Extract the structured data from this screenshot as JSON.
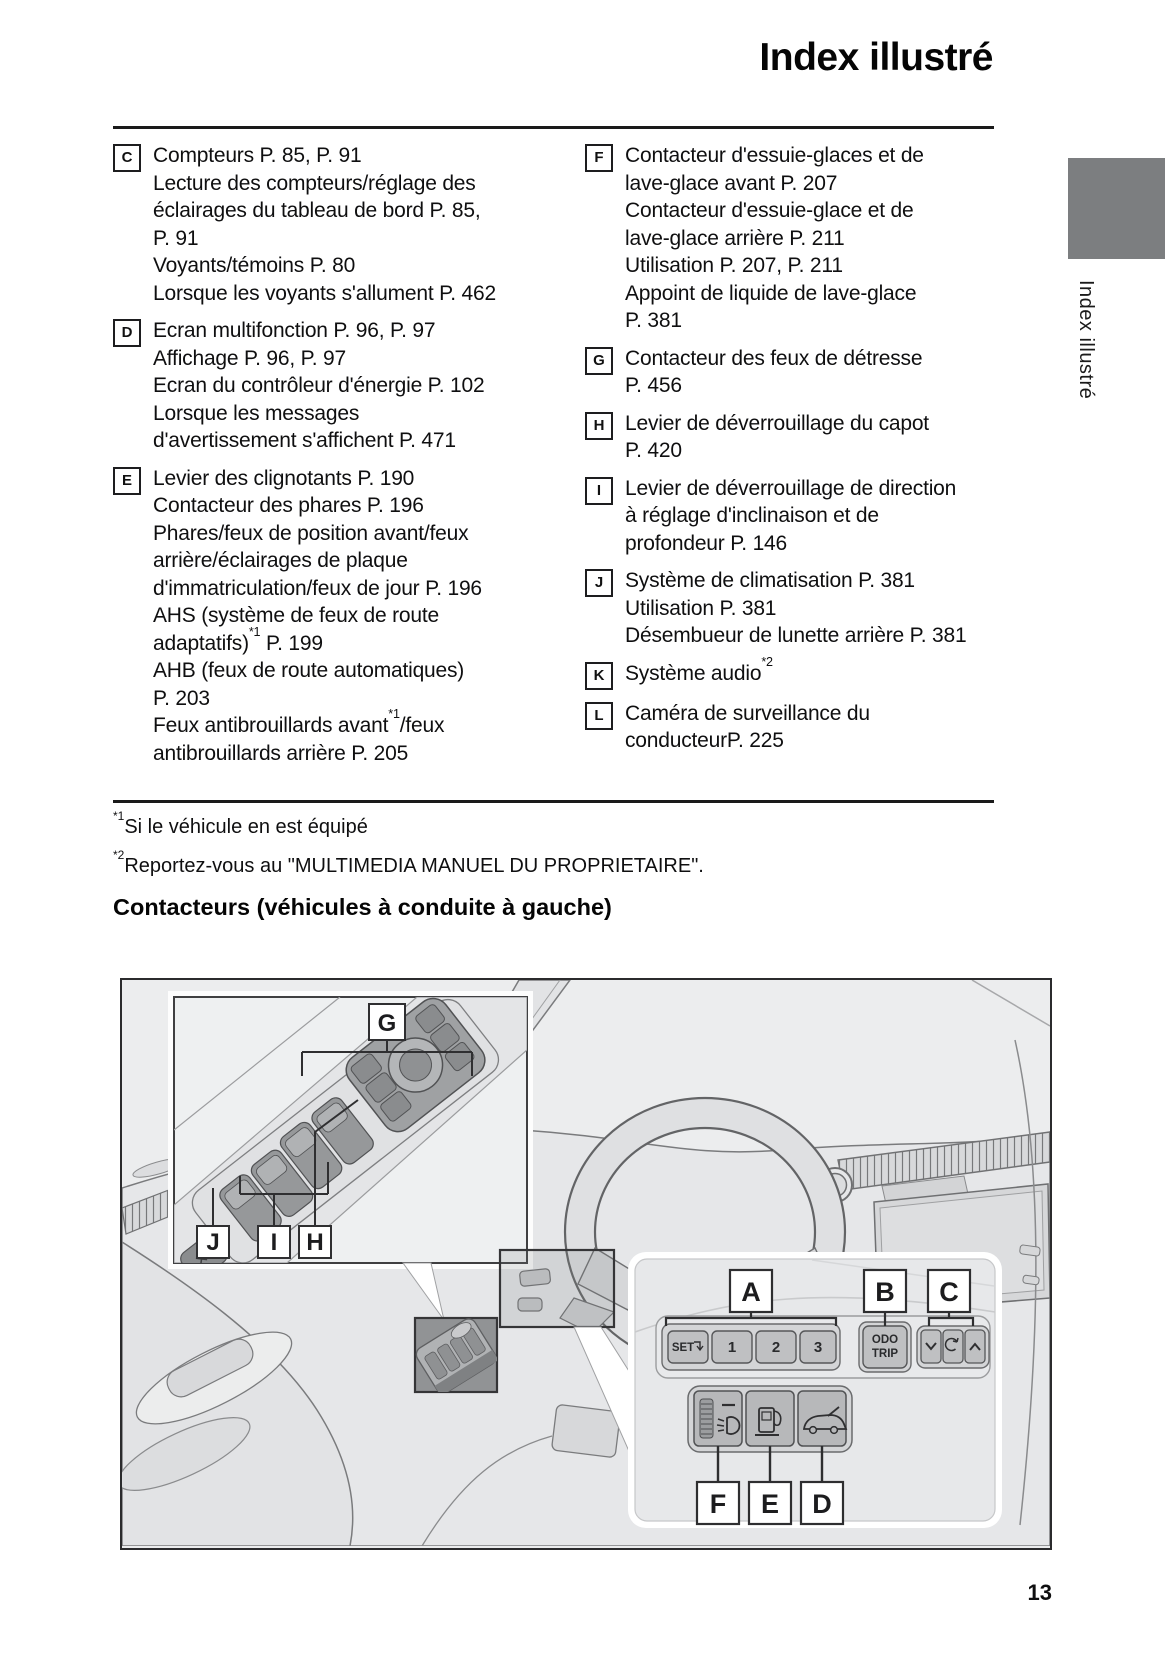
{
  "page": {
    "title": "Index illustré",
    "page_number": "13",
    "side_tab_label": "Index illustré",
    "colors": {
      "side_tab_gray": "#7c7e80",
      "rule_black": "#1a1a1a"
    }
  },
  "index": {
    "left_column": [
      {
        "key": "C",
        "lines": [
          "Compteurs P. 85, P. 91",
          "Lecture des compteurs/réglage des",
          "éclairages du tableau de bord P. 85,",
          "P. 91",
          "Voyants/témoins P. 80",
          "Lorsque les voyants s'allument P. 462"
        ]
      },
      {
        "key": "D",
        "lines": [
          "Ecran multifonction P. 96, P. 97",
          "Affichage P. 96, P. 97",
          "Ecran du contrôleur d'énergie P. 102",
          "Lorsque les messages",
          "d'avertissement s'affichent P. 471"
        ]
      },
      {
        "key": "E",
        "lines": [
          "Levier des clignotants P. 190",
          "Contacteur des phares P. 196",
          "Phares/feux de position avant/feux",
          "arrière/éclairages de plaque",
          "d'immatriculation/feux de jour P. 196",
          "AHS (système de feux de route",
          "adaptatifs)*1 P. 199",
          "AHB (feux de route automatiques)",
          "P. 203",
          "Feux antibrouillards avant*1/feux",
          "antibrouillards arrière P. 205"
        ]
      }
    ],
    "right_column": [
      {
        "key": "F",
        "lines": [
          "Contacteur d'essuie-glaces et de",
          "lave-glace avant P. 207",
          "Contacteur d'essuie-glace et de",
          "lave-glace arrière P. 211",
          "Utilisation P. 207, P. 211",
          "Appoint de liquide de lave-glace",
          "P. 381"
        ]
      },
      {
        "key": "G",
        "lines": [
          "Contacteur des feux de détresse",
          "P. 456"
        ]
      },
      {
        "key": "H",
        "lines": [
          "Levier de déverrouillage du capot",
          "P. 420"
        ]
      },
      {
        "key": "I",
        "lines": [
          "Levier de déverrouillage de direction",
          "à réglage d'inclinaison et de",
          "profondeur P. 146"
        ]
      },
      {
        "key": "J",
        "lines": [
          "Système de climatisation P. 381",
          "Utilisation P. 381",
          "Désembueur de lunette arrière P. 381"
        ]
      },
      {
        "key": "K",
        "lines": [
          "Système audio*2"
        ]
      },
      {
        "key": "L",
        "lines": [
          "Caméra de surveillance du",
          "conducteurP. 225"
        ]
      }
    ]
  },
  "footnotes": [
    {
      "marker": "*1",
      "text": "Si le véhicule en est équipé"
    },
    {
      "marker": "*2",
      "text": "Reportez-vous au \"MULTIMEDIA MANUEL DU PROPRIETAIRE\"."
    }
  ],
  "section_heading": "Contacteurs (véhicules à conduite à gauche)",
  "illustration": {
    "callouts": {
      "a": "A",
      "b": "B",
      "c": "C",
      "d": "D",
      "e": "E",
      "f": "F",
      "g": "G",
      "h": "H",
      "i": "I",
      "j": "J"
    },
    "buttons": {
      "set": "SET",
      "preset1": "1",
      "preset2": "2",
      "preset3": "3",
      "odo": "ODO",
      "trip": "TRIP"
    },
    "icons": {
      "set_return_icon": "angled return arrow",
      "scroll_down_icon": "chevron-down",
      "display_toggle_icon": "circular-arrow",
      "scroll_up_icon": "chevron-up",
      "headlight_leveling_icon": "ribbed dial + headlamp with rays",
      "fuel_door_icon": "fuel pump",
      "tailgate_icon": "suv with open tailgate",
      "mirror_control_icon": "round mirror adjust knob",
      "window_lock_icon": "window lock button"
    }
  }
}
